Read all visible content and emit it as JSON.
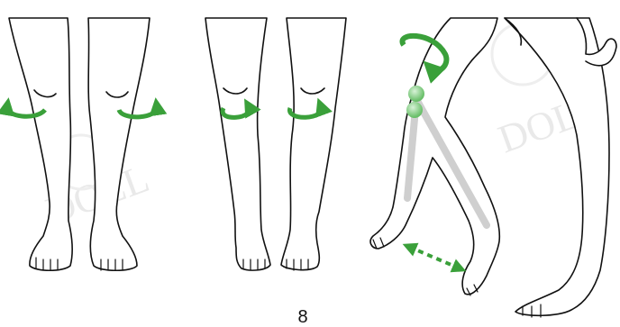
{
  "figure": {
    "page_number": "8",
    "watermark": "DOLL",
    "colors": {
      "arrow_green": "#3aa03a",
      "ball_green": "#7fce7f",
      "rod_gray": "#cfcfcf",
      "outline": "#111111"
    },
    "panels": [
      {
        "id": "knees-out",
        "arrows": [
          "rotate-cw-icon",
          "rotate-ccw-icon"
        ]
      },
      {
        "id": "knees-in",
        "arrows": [
          "rotate-ccw-icon",
          "rotate-cw-icon"
        ]
      },
      {
        "id": "knee-bend",
        "arrows": [
          "rotate-icon",
          "double-arrow-icon"
        ]
      }
    ]
  }
}
